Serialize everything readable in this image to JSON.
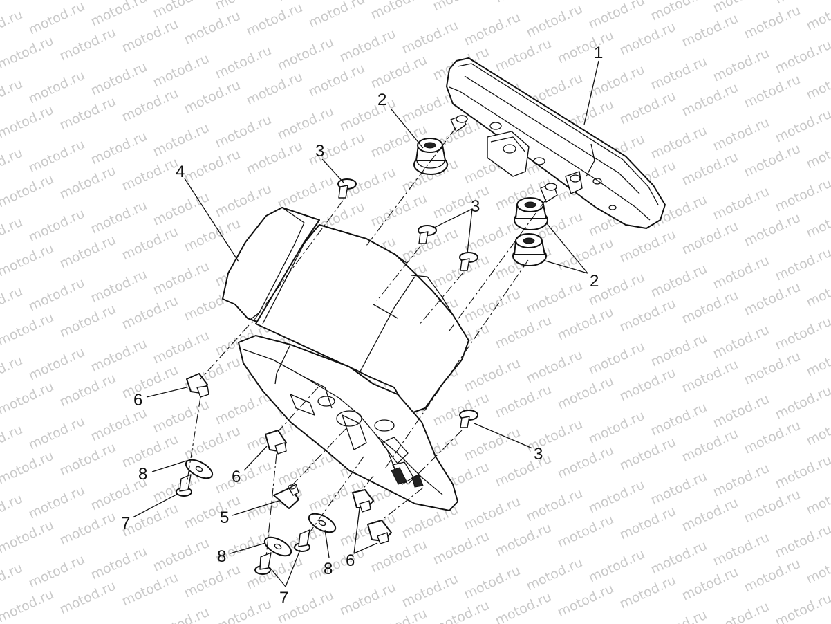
{
  "watermark": {
    "text": "motod.ru"
  },
  "callouts": [
    {
      "id": "c1",
      "text": "1"
    },
    {
      "id": "c2a",
      "text": "2"
    },
    {
      "id": "c2b",
      "text": "2"
    },
    {
      "id": "c3a",
      "text": "3"
    },
    {
      "id": "c3b",
      "text": "3"
    },
    {
      "id": "c3c",
      "text": "3"
    },
    {
      "id": "c4",
      "text": "4"
    },
    {
      "id": "c5",
      "text": "5"
    },
    {
      "id": "c6a",
      "text": "6"
    },
    {
      "id": "c6b",
      "text": "6"
    },
    {
      "id": "c6c",
      "text": "6"
    },
    {
      "id": "c7a",
      "text": "7"
    },
    {
      "id": "c7b",
      "text": "7"
    },
    {
      "id": "c8a",
      "text": "8"
    },
    {
      "id": "c8b",
      "text": "8"
    },
    {
      "id": "c8c",
      "text": "8"
    }
  ],
  "colors": {
    "line": "#111111",
    "watermark": "#c9c9c9",
    "background": "#ffffff"
  }
}
